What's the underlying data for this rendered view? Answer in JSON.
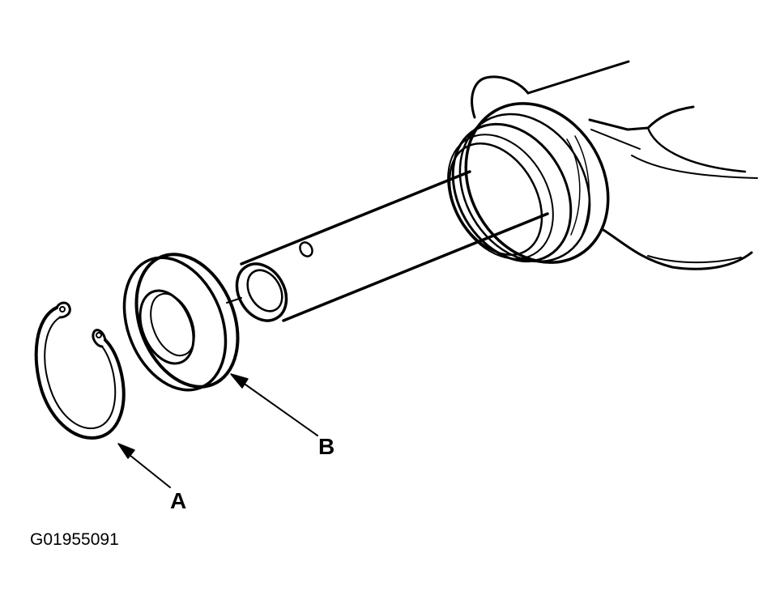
{
  "diagram": {
    "callouts": [
      {
        "id": "A",
        "text": "A",
        "part": "snap-ring"
      },
      {
        "id": "B",
        "text": "B",
        "part": "seal"
      }
    ],
    "figure_id": "G01955091",
    "colors": {
      "line": "#000000",
      "background": "#ffffff"
    }
  }
}
